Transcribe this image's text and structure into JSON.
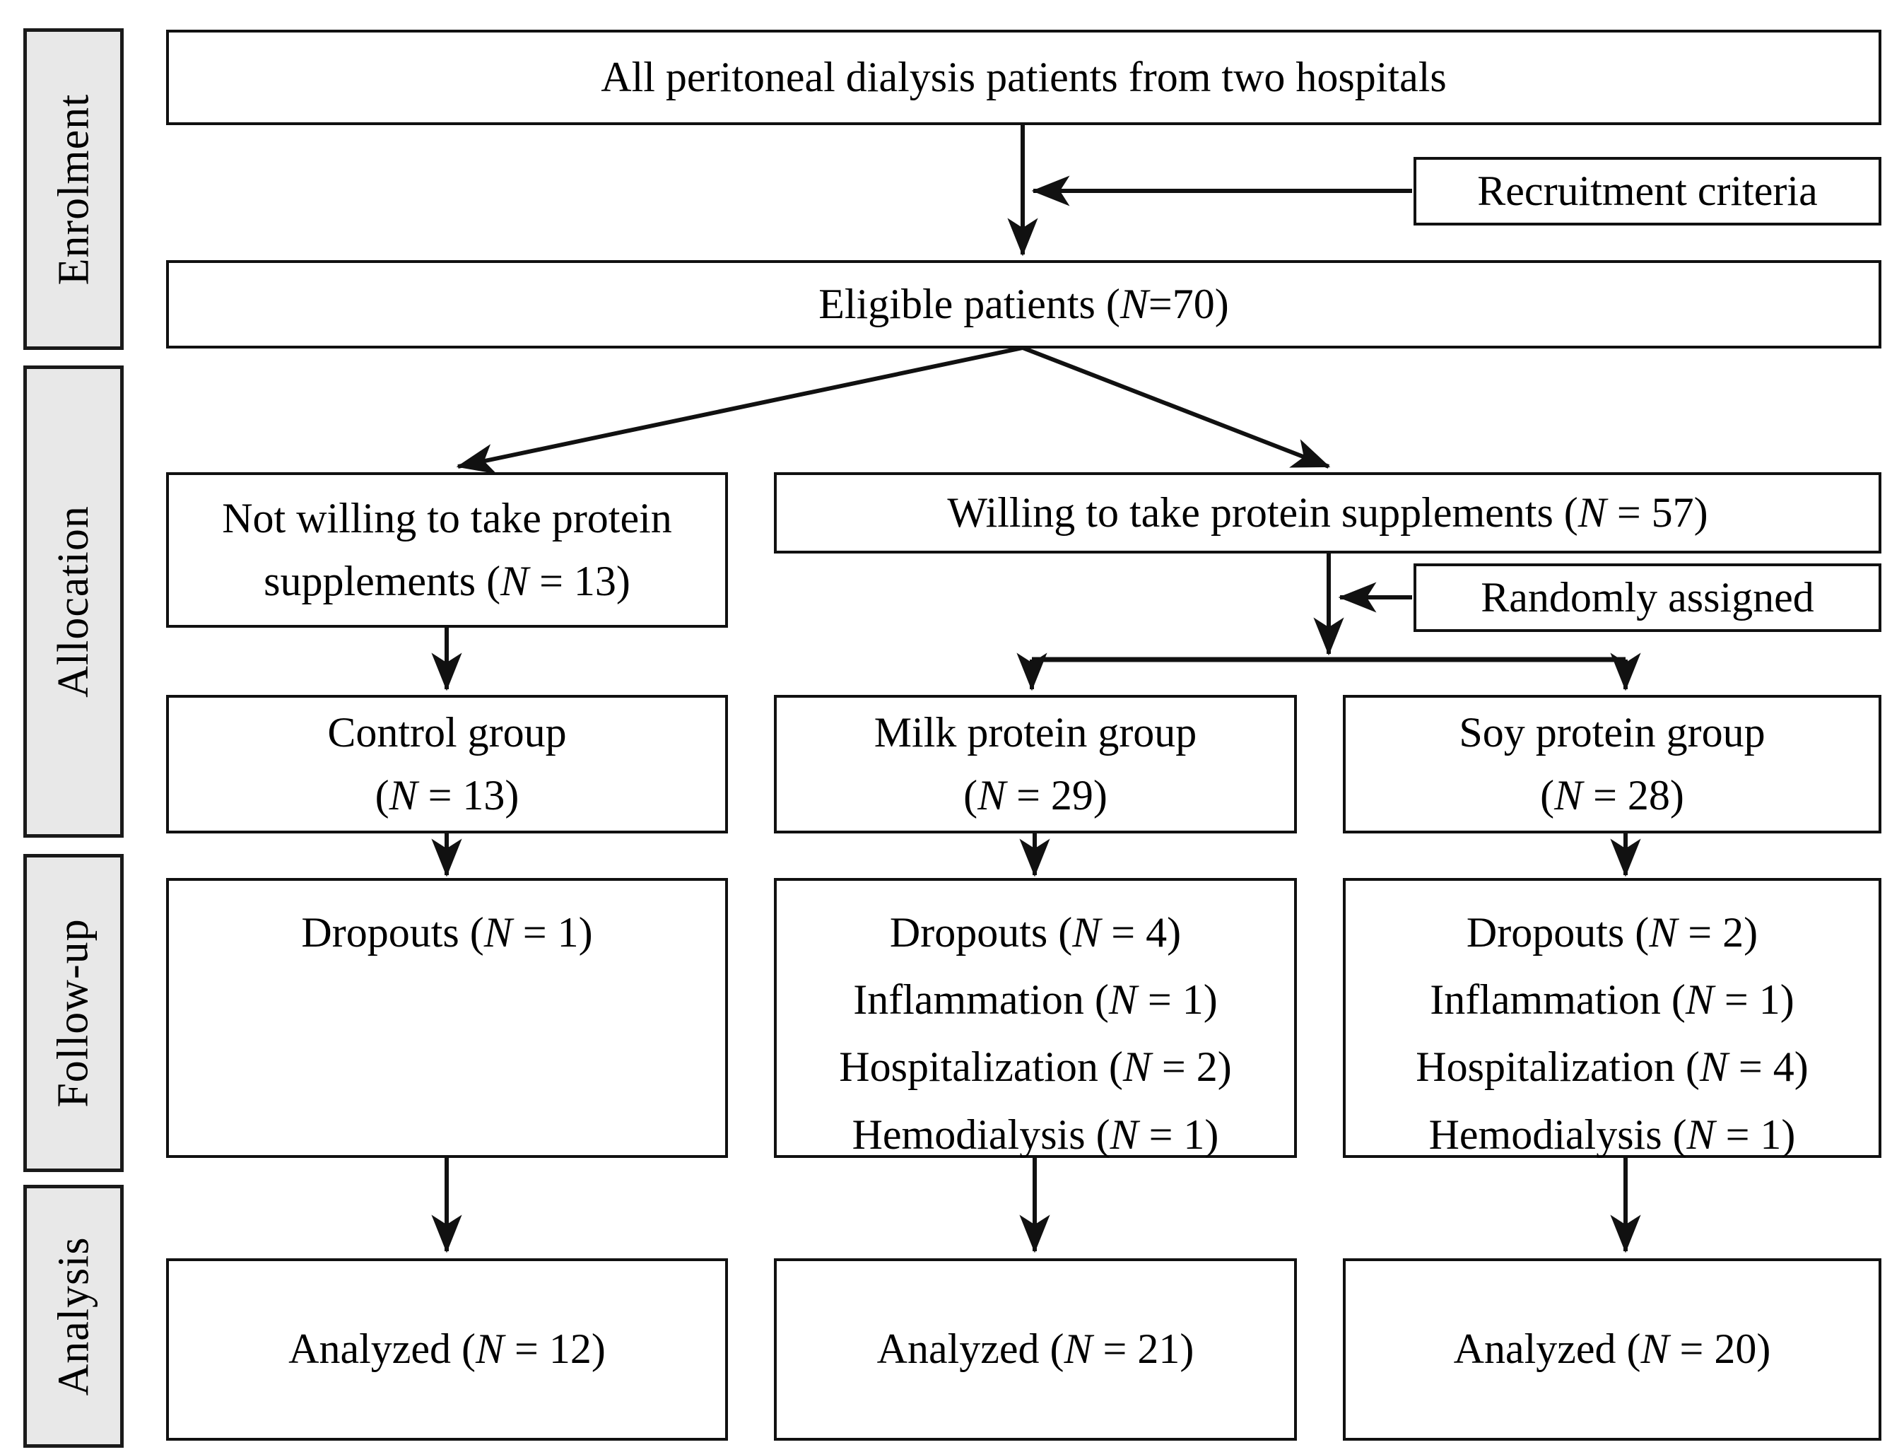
{
  "figure": {
    "type": "consort-flow-diagram",
    "title": "CONSORT participant flow diagram"
  },
  "stages": [
    {
      "id": "enrolment",
      "label": "Enrolment"
    },
    {
      "id": "allocation",
      "label": "Allocation"
    },
    {
      "id": "followup",
      "label": "Follow-up"
    },
    {
      "id": "analysis",
      "label": "Analysis"
    }
  ],
  "nodes": {
    "all_patients": {
      "line1": "All peritoneal dialysis patients from two hospitals"
    },
    "recruitment": {
      "line1": "Recruitment criteria"
    },
    "eligible": {
      "pre": "Eligible patients (",
      "n": "N",
      "post": "=70)"
    },
    "not_willing": {
      "line1": "Not willing to take protein",
      "pre2": "supplements (",
      "n2": "N",
      "post2": " = 13)"
    },
    "willing": {
      "pre": "Willing to take protein supplements (",
      "n": "N",
      "post": " = 57)"
    },
    "randomized": {
      "line1": "Randomly assigned"
    },
    "control_group": {
      "line1": "Control group",
      "pre2": "(",
      "n2": "N",
      "post2": " = 13)"
    },
    "milk_group": {
      "line1": "Milk protein group",
      "pre2": "(",
      "n2": "N",
      "post2": " = 29)"
    },
    "soy_group": {
      "line1": "Soy protein group",
      "pre2": "(",
      "n2": "N",
      "post2": " = 28)"
    },
    "control_followup": {
      "rows": [
        {
          "label": "Dropouts (",
          "n": "N",
          "tail": " = 1)"
        }
      ]
    },
    "milk_followup": {
      "rows": [
        {
          "label": "Dropouts (",
          "n": "N",
          "tail": " = 4)"
        },
        {
          "label": "Inflammation (",
          "n": "N",
          "tail": " = 1)"
        },
        {
          "label": "Hospitalization (",
          "n": "N",
          "tail": " = 2)"
        },
        {
          "label": "Hemodialysis (",
          "n": "N",
          "tail": " = 1)"
        }
      ]
    },
    "soy_followup": {
      "rows": [
        {
          "label": "Dropouts (",
          "n": "N",
          "tail": " = 2)"
        },
        {
          "label": "Inflammation (",
          "n": "N",
          "tail": " = 1)"
        },
        {
          "label": "Hospitalization (",
          "n": "N",
          "tail": " = 4)"
        },
        {
          "label": "Hemodialysis (",
          "n": "N",
          "tail": " = 1)"
        }
      ]
    },
    "control_analyzed": {
      "pre": "Analyzed (",
      "n": "N",
      "post": " = 12)"
    },
    "milk_analyzed": {
      "pre": "Analyzed (",
      "n": "N",
      "post": " = 21)"
    },
    "soy_analyzed": {
      "pre": "Analyzed (",
      "n": "N",
      "post": " = 20)"
    }
  },
  "chart_data": {
    "type": "flow",
    "title": "CONSORT participant flow",
    "counts": {
      "eligible": 70,
      "not_willing_to_take_supplements": 13,
      "willing_to_take_supplements": 57,
      "control_group": 13,
      "milk_protein_group": 29,
      "soy_protein_group": 28,
      "control_dropouts": 1,
      "milk_dropouts": 4,
      "milk_inflammation": 1,
      "milk_hospitalization": 2,
      "milk_hemodialysis": 1,
      "soy_dropouts": 2,
      "soy_inflammation": 1,
      "soy_hospitalization": 4,
      "soy_hemodialysis": 1,
      "control_analyzed": 12,
      "milk_analyzed": 21,
      "soy_analyzed": 20
    }
  },
  "colors": {
    "stage_fill": "#e8e8e8",
    "border": "#111111",
    "background": "#ffffff",
    "text": "#000000"
  }
}
